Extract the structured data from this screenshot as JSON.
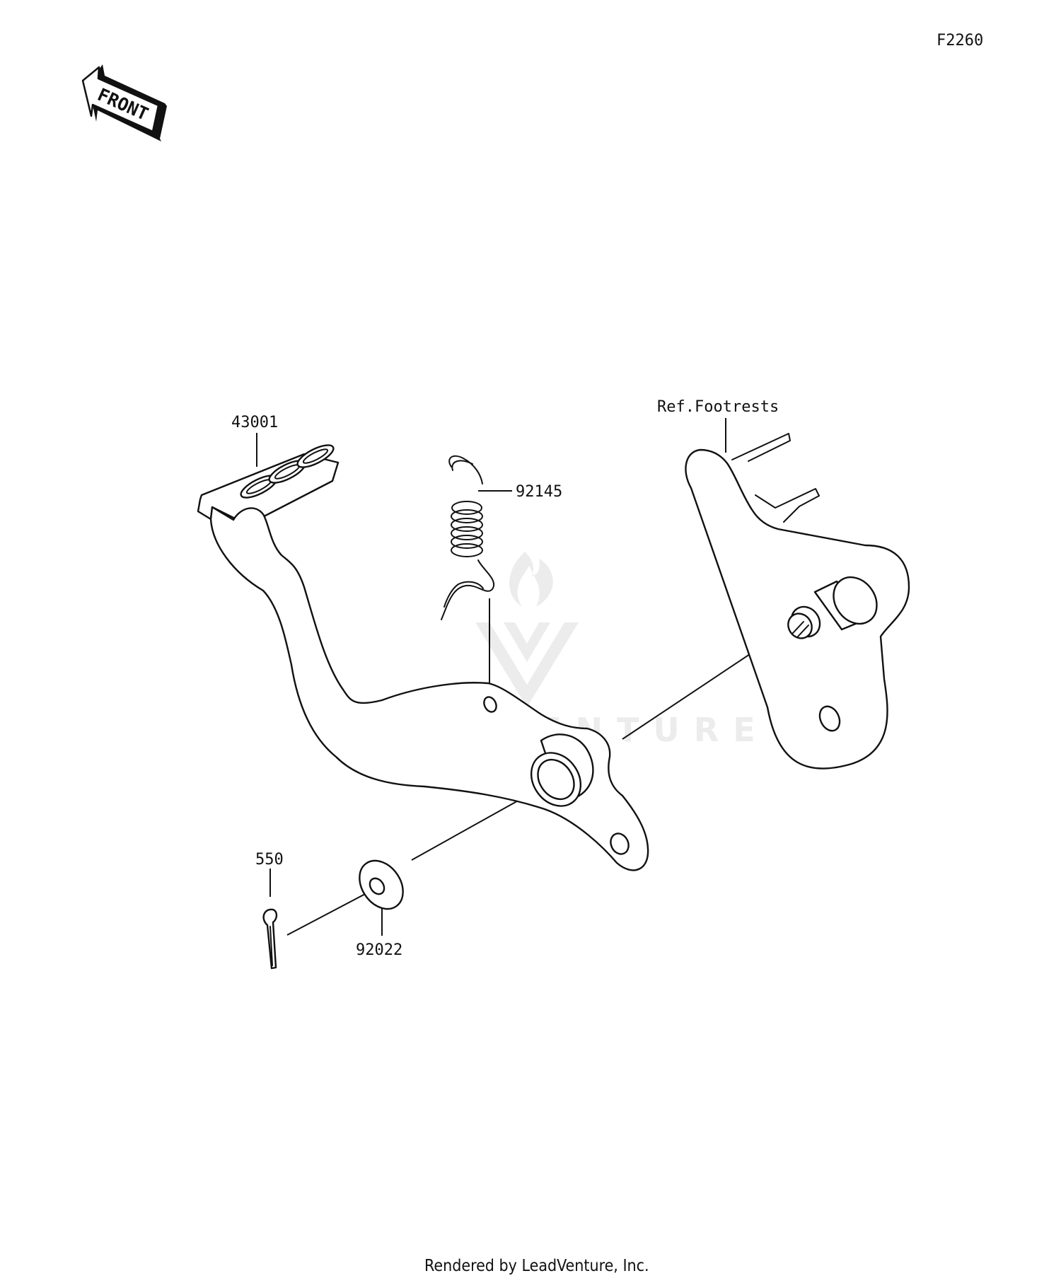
{
  "figure_code": "F2260",
  "front_indicator": "FRONT",
  "watermark": "LEADVENTURE",
  "footer": "Rendered by LeadVenture, Inc.",
  "callouts": [
    {
      "id": "43001",
      "text": "43001"
    },
    {
      "id": "92145",
      "text": "92145"
    },
    {
      "id": "ref-footrests",
      "text": "Ref.Footrests"
    },
    {
      "id": "550",
      "text": "550"
    },
    {
      "id": "92022",
      "text": "92022"
    }
  ]
}
